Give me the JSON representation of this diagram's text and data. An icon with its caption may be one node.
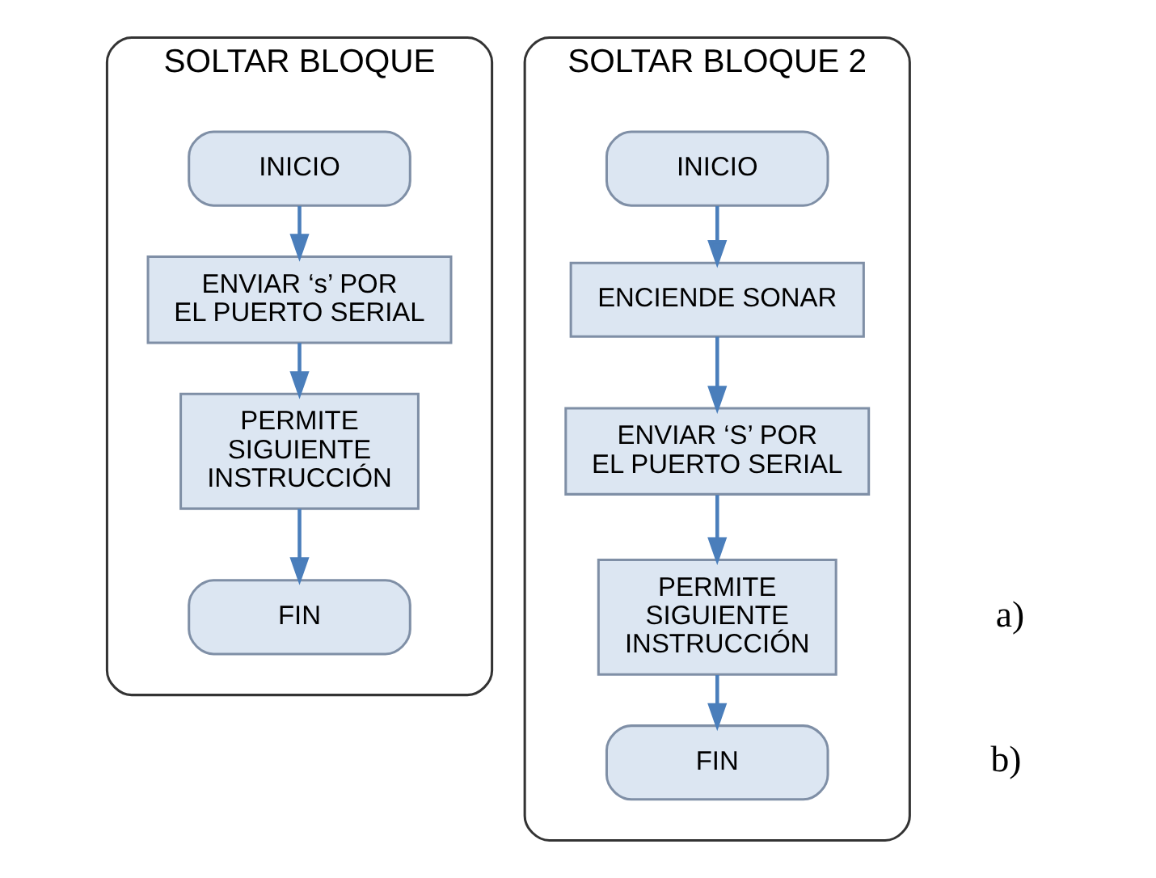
{
  "diagram": {
    "nodes": [
      {
        "text": [
          "SOLTAR BLOQUE"
        ]
      },
      {
        "text": [
          "INICIO"
        ],
        "in": 0
      },
      {
        "text": [
          "ENVIAR ‘s’ POR EL PUERTO SERIAL"
        ],
        "in": 0
      },
      {
        "text": [
          "PERMITE SIGUIENTE INSTRUCCIÓN"
        ],
        "in": 0
      },
      {
        "text": [
          "FIN"
        ],
        "in": 0
      },
      {
        "text": [
          "SOLTAR BLOQUE 2"
        ]
      },
      {
        "text": [
          "INICIO"
        ],
        "in": 5
      },
      {
        "text": [
          "ENCIENDE SONAR"
        ],
        "in": 5
      },
      {
        "text": [
          "ENVIAR ‘S’ POR EL PUERTO SERIAL"
        ],
        "in": 5
      },
      {
        "text": [
          "PERMITE SIGUIENTE INSTRUCCIÓN"
        ],
        "in": 5
      },
      {
        "text": [
          "FIN"
        ],
        "in": 5
      }
    ],
    "edges": [
      {
        "from": 1,
        "to": 2,
        "arrow": "to"
      },
      {
        "from": 2,
        "to": 3,
        "arrow": "to"
      },
      {
        "from": 3,
        "to": 4,
        "arrow": "to"
      },
      {
        "from": 6,
        "to": 7,
        "arrow": "to"
      },
      {
        "from": 7,
        "to": 8,
        "arrow": "to"
      },
      {
        "from": 8,
        "to": 9,
        "arrow": "to"
      },
      {
        "from": 9,
        "to": 10,
        "arrow": "to"
      }
    ],
    "labels": [
      "a)",
      "b)"
    ]
  }
}
